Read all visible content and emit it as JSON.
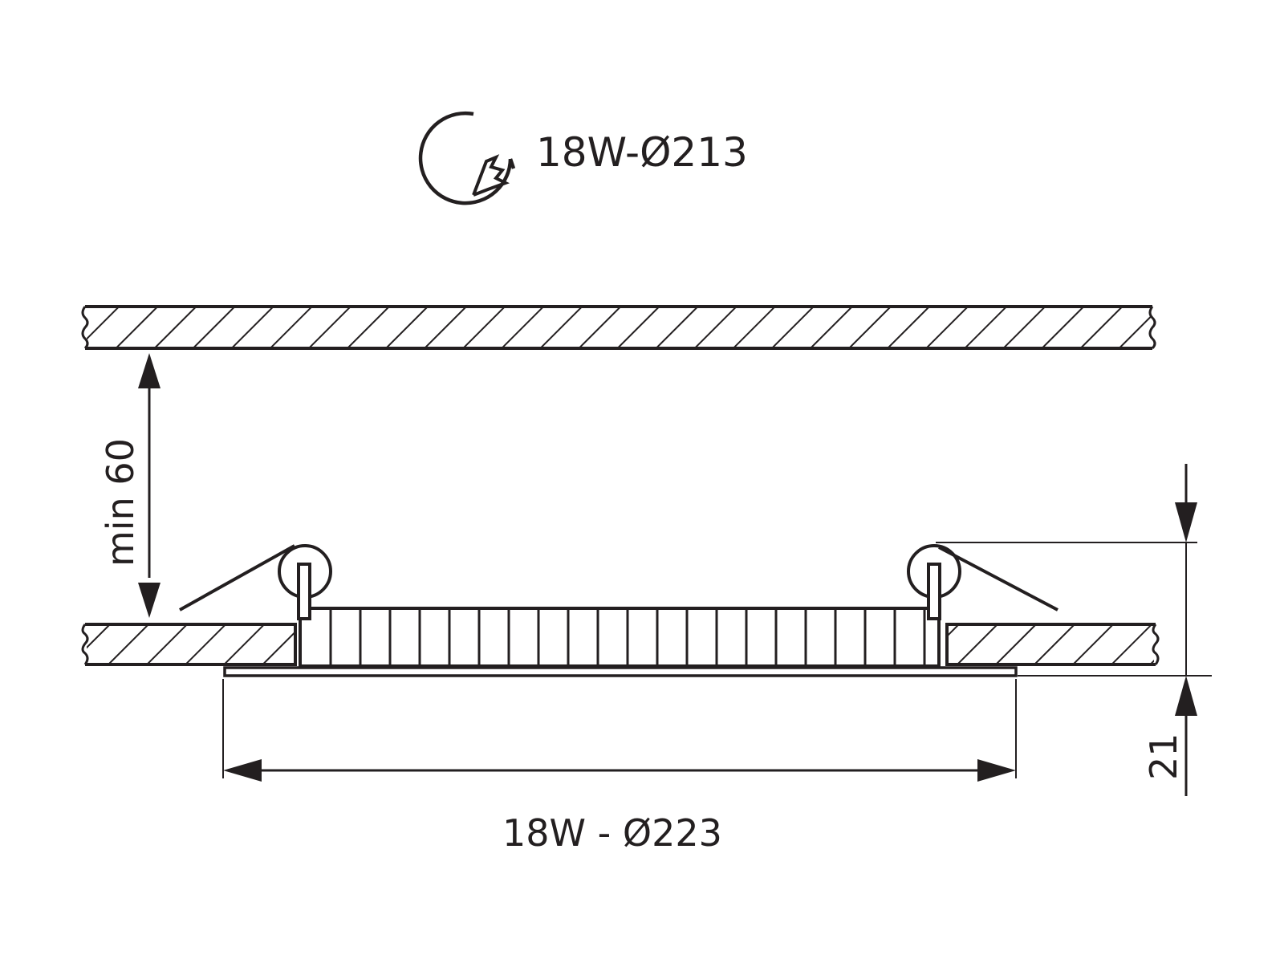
{
  "cutout": {
    "label": "18W-Ø213",
    "icon": "hole-saw-cutout-icon"
  },
  "dimensions": {
    "clearance": "min 60",
    "panel_diameter": "18W - Ø223",
    "panel_height": "21"
  },
  "colors": {
    "line": "#231f20",
    "background": "#ffffff"
  }
}
